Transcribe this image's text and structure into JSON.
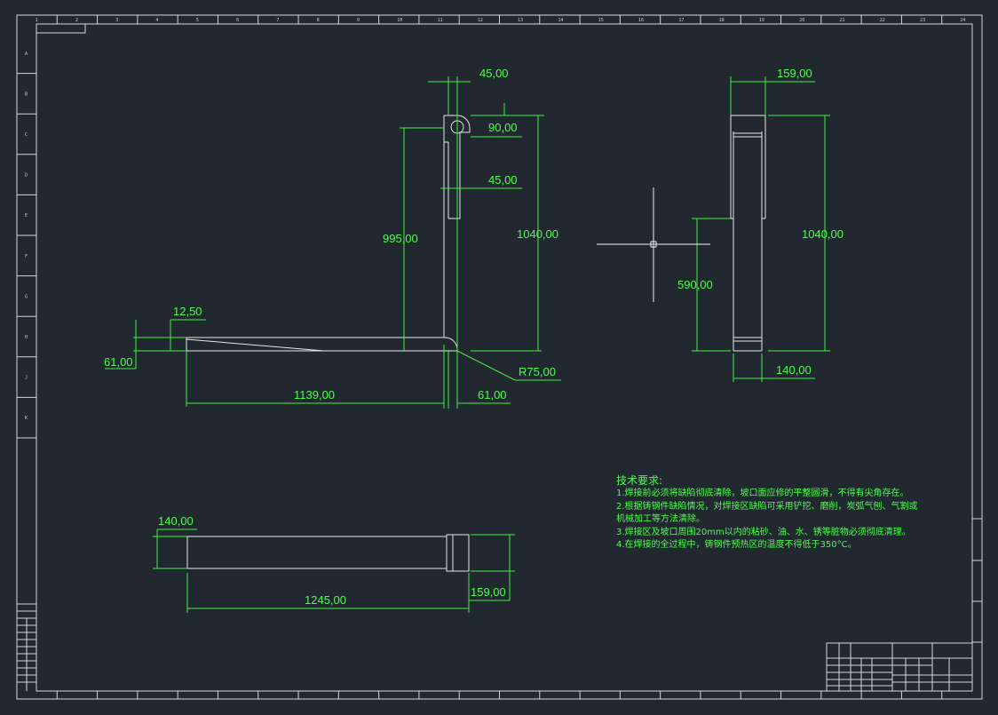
{
  "dimensions": {
    "top_width": "45,00",
    "hole_offset": "90,00",
    "hook_depth": "45,00",
    "inner_height": "995,00",
    "total_height": "1040,00",
    "tip_height": "12,50",
    "blade_thickness": "61,00",
    "bend_radius": "R75,00",
    "blade_length": "1139,00",
    "back_thickness": "61,00",
    "side_top_width": "159,00",
    "side_total_height": "1040,00",
    "side_mid_height": "590,00",
    "side_bottom_width": "140,00",
    "plan_width": "140,00",
    "plan_length": "1245,00",
    "plan_heel_width": "159,00"
  },
  "notes": {
    "title": "技术要求:",
    "items": [
      "1.焊接前必须将缺陷彻底清除，坡口面应修的平整圆滑，不得有尖角存在。",
      "2.根据铸钢件缺陷情况，对焊接区缺陷可采用铲挖、磨削，炭弧气刨、气割或机械加工等方法清除。",
      "3.焊接区及坡口周围20mm以内的粘砂、油、水、锈等脏物必须彻底清理。",
      "4.在焊接的全过程中，铸钢件预热区的温度不得低于350°C。"
    ]
  },
  "border": {
    "top_labels": [
      "1",
      "2",
      "3",
      "4",
      "5",
      "6",
      "7",
      "8",
      "9",
      "10",
      "11",
      "12",
      "13",
      "14",
      "15",
      "16",
      "17",
      "18",
      "19",
      "20",
      "21",
      "22",
      "23",
      "24"
    ],
    "left_labels": [
      "A",
      "B",
      "C",
      "D",
      "E",
      "F",
      "G",
      "H",
      "J",
      "K"
    ]
  },
  "colors": {
    "background": "#212830",
    "geometry": "#e6e6e6",
    "dimension": "#3ff03f"
  }
}
